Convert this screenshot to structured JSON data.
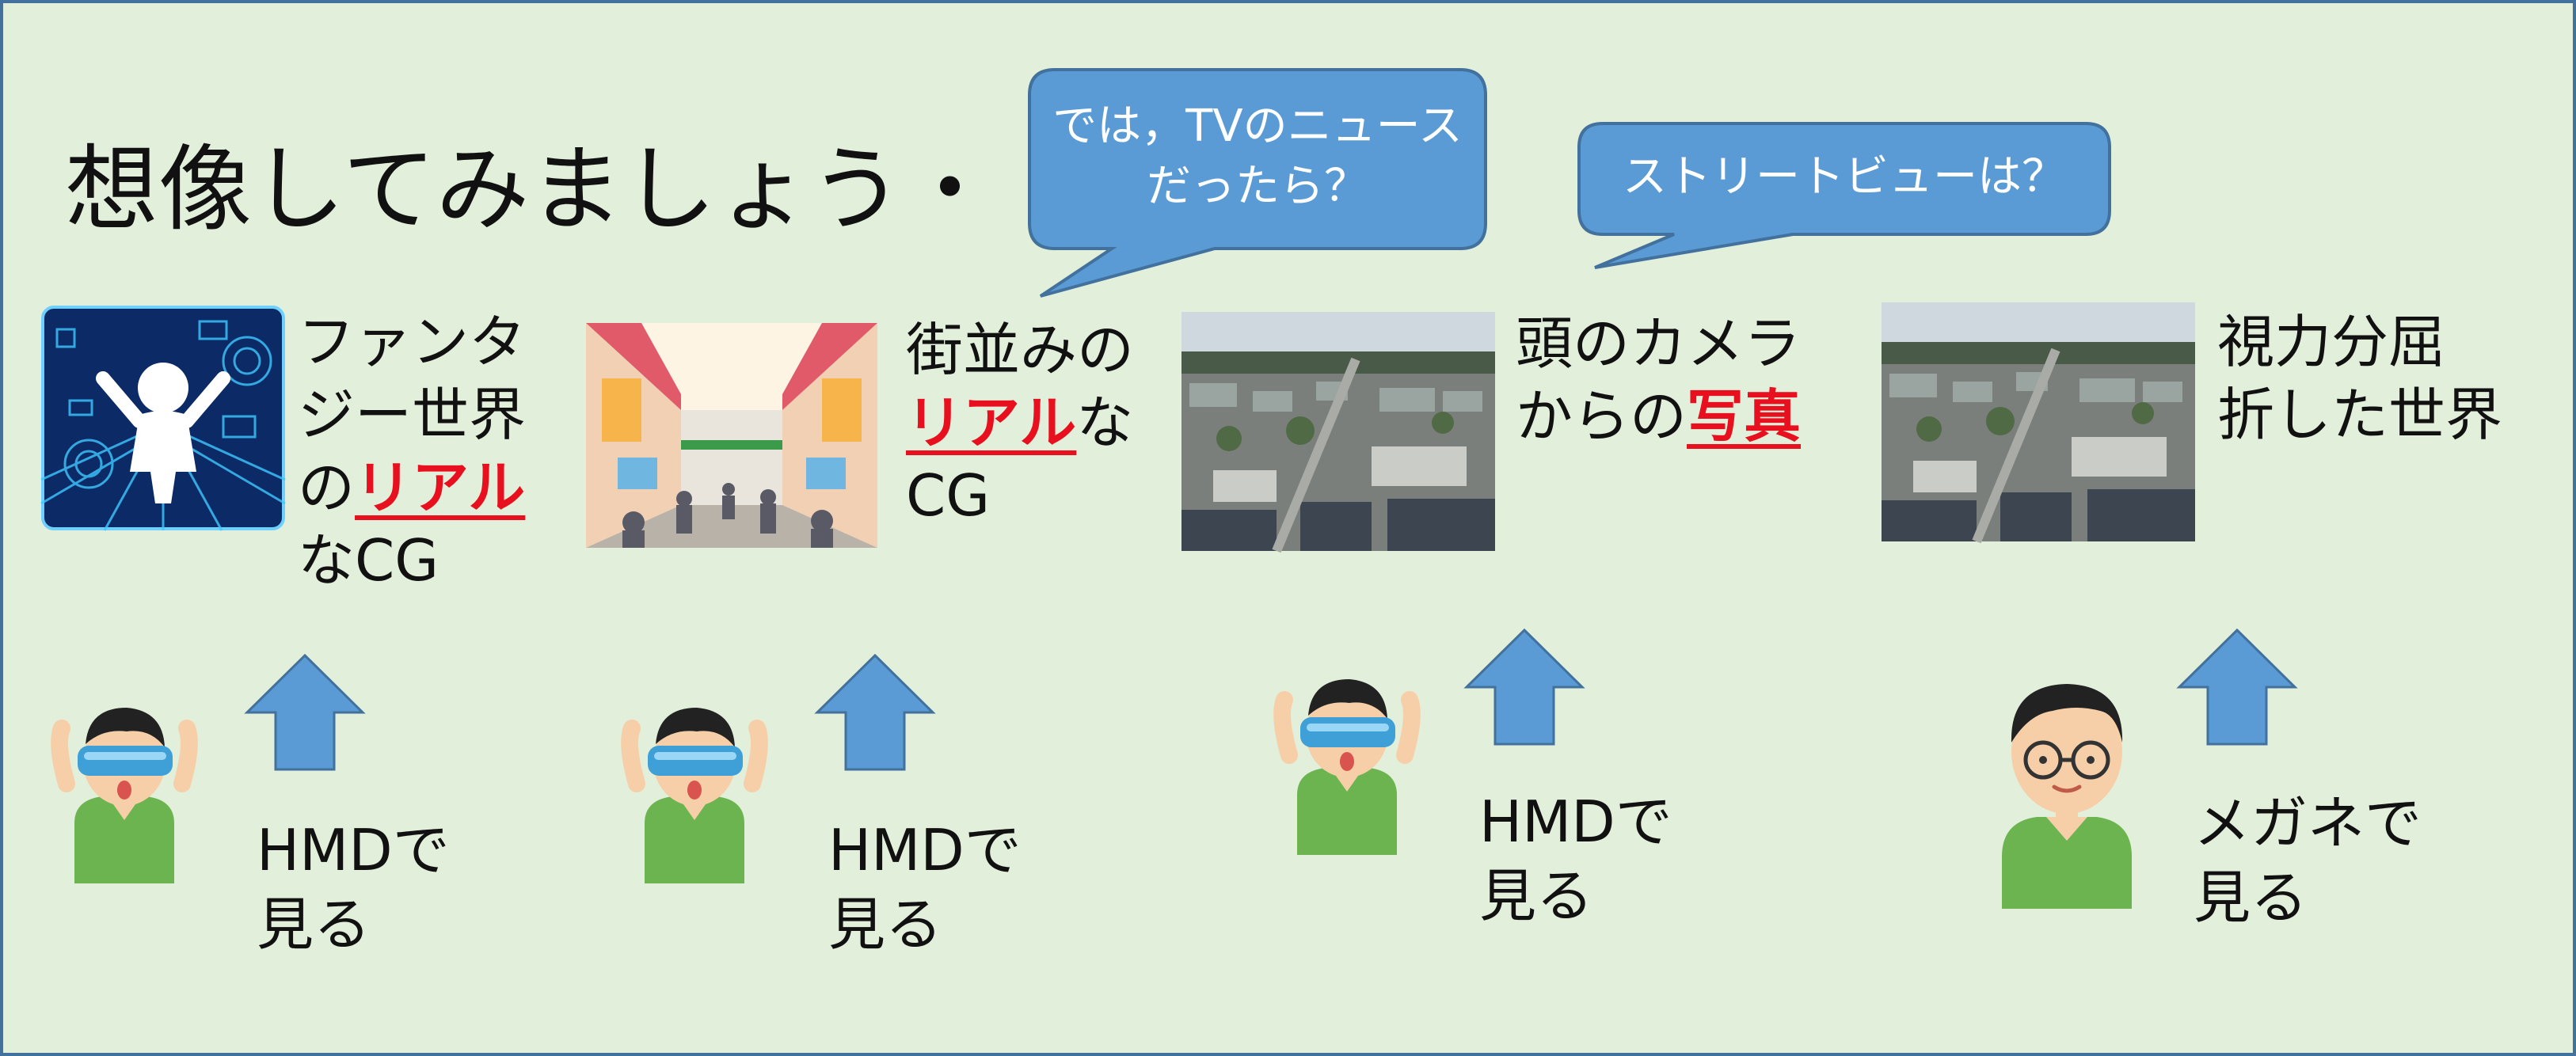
{
  "title": "想像してみましょう・・・",
  "bubbles": [
    {
      "line1": "では，TVのニュース",
      "line2": "だったら？"
    },
    {
      "line1": "ストリートビューは？"
    }
  ],
  "scenes": [
    {
      "caption": {
        "l1": "ファンタ",
        "l2": "ジー世界",
        "l3_pre": "の",
        "l3_em": "リアル",
        "l4": "なCG"
      },
      "image": "fantasy-world-illustration",
      "viewer": "hmd-user-illustration",
      "label": {
        "l1": "HMDで",
        "l2": "見る"
      }
    },
    {
      "caption": {
        "l1": "街並みの",
        "l2_em": "リアル",
        "l2_post": "な",
        "l3": "CG"
      },
      "image": "street-cg-illustration",
      "viewer": "hmd-user-illustration",
      "label": {
        "l1": "HMDで",
        "l2": "見る"
      }
    },
    {
      "caption": {
        "l1": "頭のカメラ",
        "l2_pre": "からの",
        "l2_em": "写真"
      },
      "image": "town-aerial-photo",
      "viewer": "hmd-user-illustration",
      "label": {
        "l1": "HMDで",
        "l2": "見る"
      }
    },
    {
      "caption": {
        "l1": "視力分屈",
        "l2": "折した世界"
      },
      "image": "town-aerial-photo",
      "viewer": "glasses-user-illustration",
      "label": {
        "l1": "メガネで",
        "l2": "見る"
      }
    }
  ],
  "colors": {
    "background": "#e2efda",
    "border": "#41719c",
    "accent": "#5b9bd5",
    "emphasis": "#e8101e"
  }
}
